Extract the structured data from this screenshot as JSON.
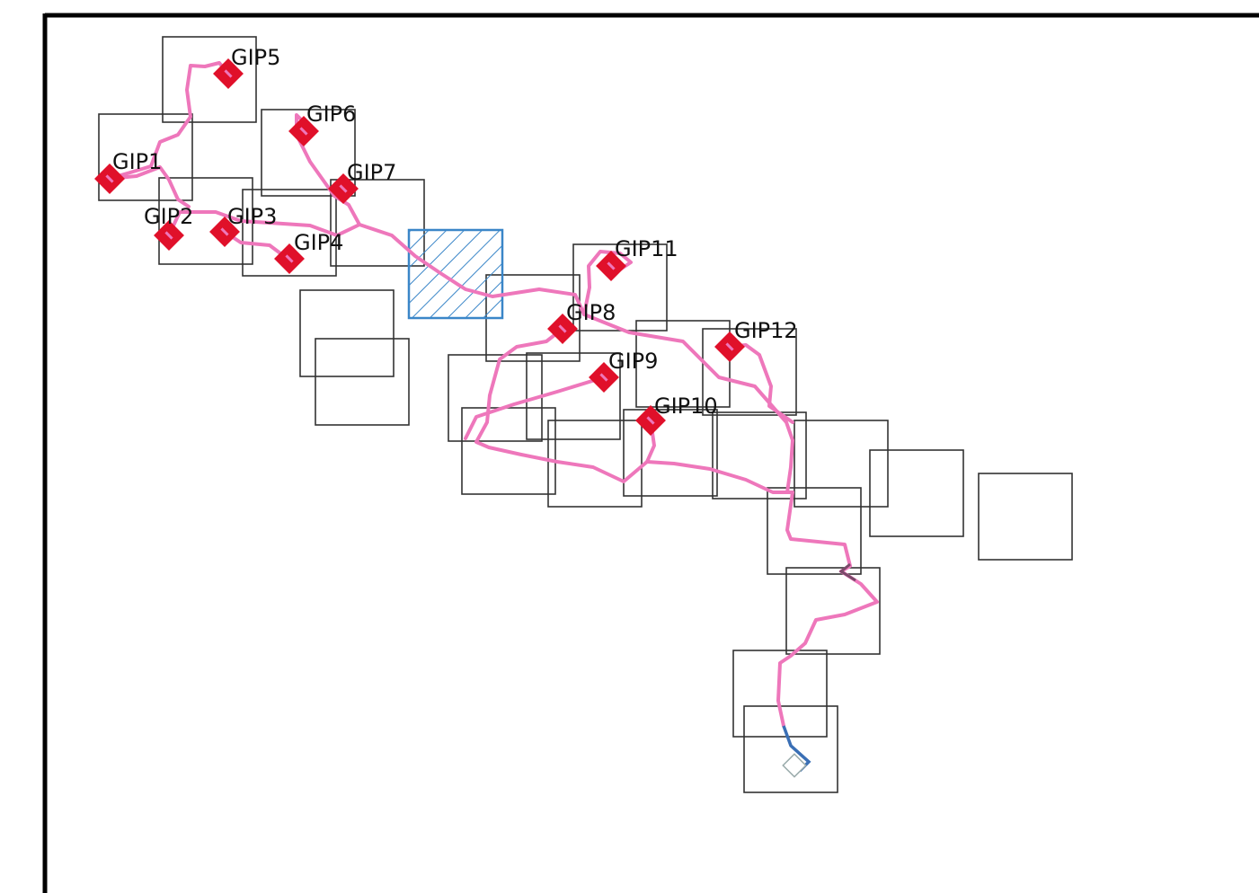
{
  "colors": {
    "background": "#ffffff",
    "frame": "#000000",
    "grid_box": "#333333",
    "route": "#ee77bb",
    "gip_marker": "#e0102a",
    "highlight": "#3a86c8",
    "tail": "#3a6fb5",
    "junction": "#7a4a6a"
  },
  "legend": {
    "start_marker": "start-square-icon"
  },
  "gips": [
    {
      "label": "GIP1"
    },
    {
      "label": "GIP2"
    },
    {
      "label": "GIP3"
    },
    {
      "label": "GIP4"
    },
    {
      "label": "GIP5"
    },
    {
      "label": "GIP6"
    },
    {
      "label": "GIP7"
    },
    {
      "label": "GIP8"
    },
    {
      "label": "GIP9"
    },
    {
      "label": "GIP10"
    },
    {
      "label": "GIP11"
    },
    {
      "label": "GIP12"
    }
  ]
}
